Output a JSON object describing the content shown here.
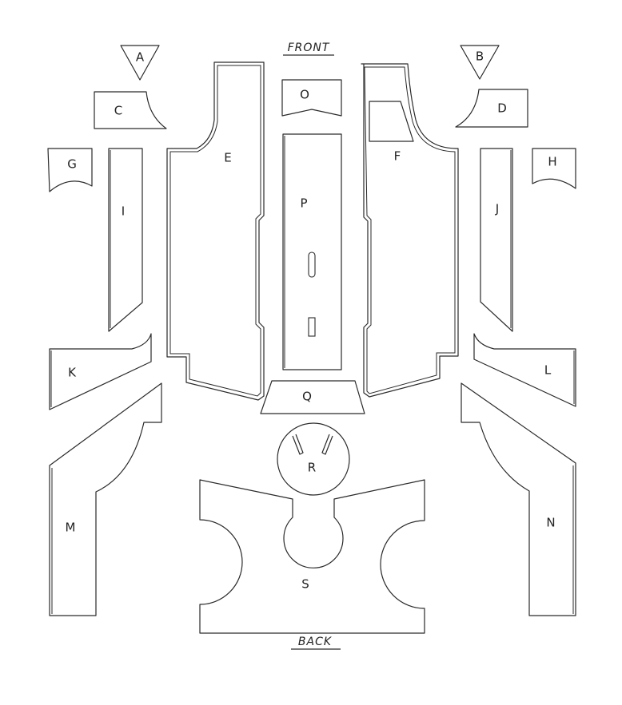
{
  "diagram": {
    "header_front": "FRONT",
    "header_back": "BACK",
    "pieces": {
      "A": "A",
      "B": "B",
      "C": "C",
      "D": "D",
      "E": "E",
      "F": "F",
      "G": "G",
      "H": "H",
      "I": "I",
      "J": "J",
      "K": "K",
      "L": "L",
      "M": "M",
      "N": "N",
      "O": "O",
      "P": "P",
      "Q": "Q",
      "R": "R",
      "S": "S"
    }
  }
}
